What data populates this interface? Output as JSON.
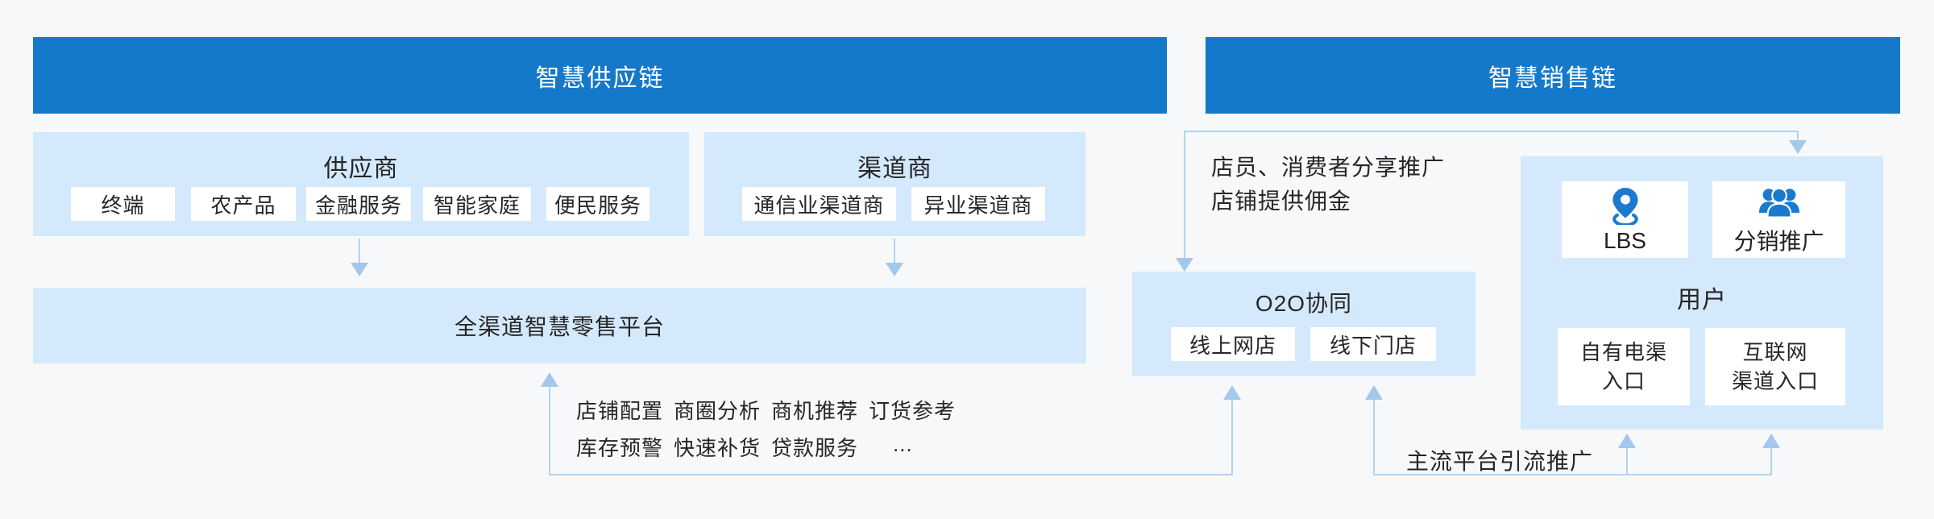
{
  "colors": {
    "header_blue": "#1579cb",
    "panel_blue": "#d4e9fc",
    "connector_line": "#b3d3f0",
    "arrow": "#a3c8ec",
    "icon_blue": "#1b7ad0",
    "text_dark": "#262626",
    "card_white": "#ffffff",
    "background": "#f7f8f9"
  },
  "supply_chain": {
    "header": "智慧供应链",
    "supplier": {
      "title": "供应商",
      "items": [
        "终端",
        "农产品",
        "金融服务",
        "智能家庭",
        "便民服务"
      ]
    },
    "channel": {
      "title": "渠道商",
      "items": [
        "通信业渠道商",
        "异业渠道商"
      ]
    },
    "platform": {
      "label": "全渠道智慧零售平台"
    },
    "platform_features": {
      "row1": [
        "店铺配置",
        "商圈分析",
        "商机推荐",
        "订货参考"
      ],
      "row2": [
        "库存预警",
        "快速补货",
        "贷款服务"
      ],
      "ellipsis": "..."
    }
  },
  "sales_chain": {
    "header": "智慧销售链",
    "share_note": {
      "line1": "店员、消费者分享推广",
      "line2": "店铺提供佣金"
    },
    "o2o": {
      "title": "O2O协同",
      "items": [
        "线上网店",
        "线下门店"
      ]
    },
    "users": {
      "title": "用户",
      "cards": [
        {
          "icon": "lbs-icon",
          "label": "LBS"
        },
        {
          "icon": "people-icon",
          "label": "分销推广"
        }
      ],
      "entries": [
        {
          "line1": "自有电渠",
          "line2": "入口"
        },
        {
          "line1": "互联网",
          "line2": "渠道入口"
        }
      ]
    },
    "promo_note": "主流平台引流推广"
  }
}
